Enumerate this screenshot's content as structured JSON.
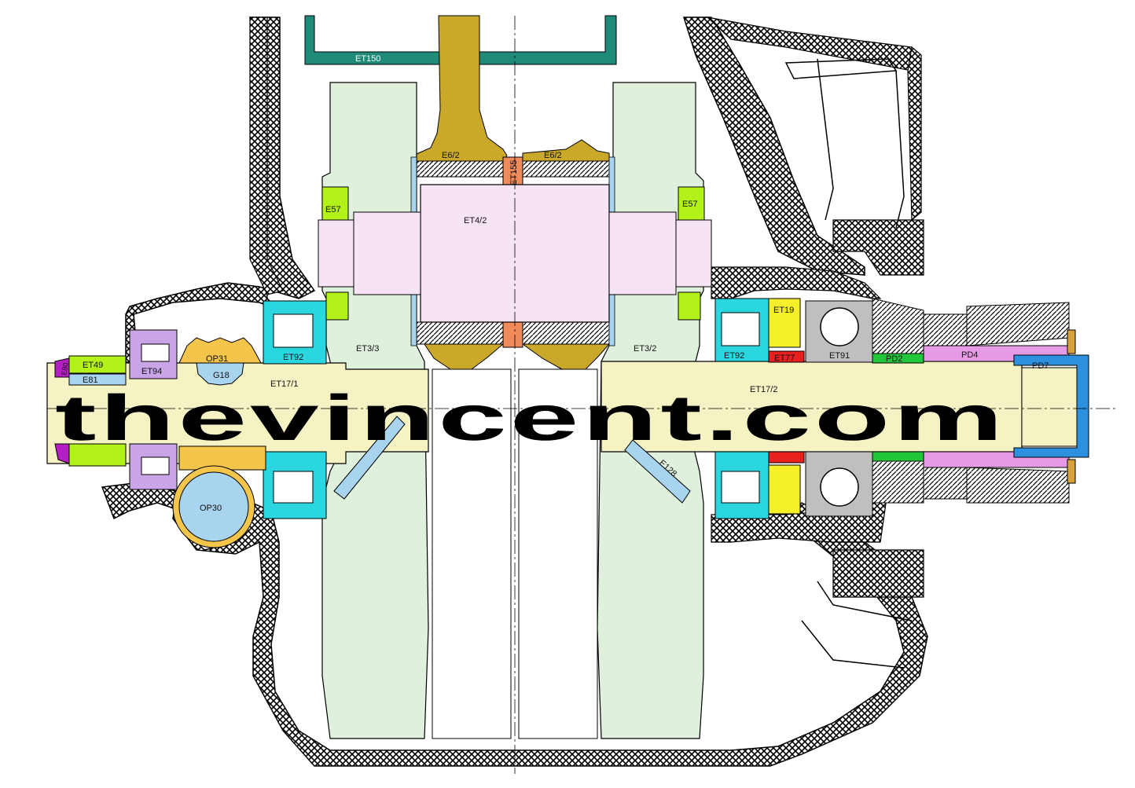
{
  "watermark": "thevincent.com",
  "colors": {
    "casing": "#cfcfcf",
    "flywheel": "#dff1dc",
    "crankpin": "#f6e3f3",
    "shaft": "#f5f2c4",
    "rod": "#c9a82a",
    "cyan": "#2ad6e0",
    "green_yellow": "#b2f21a",
    "lilac": "#c9a4e6",
    "orange_gear": "#f3c54a",
    "light_blue": "#a9d4f0",
    "salmon": "#f08a5a",
    "grey": "#bfbfbf",
    "yellow": "#f6f02a",
    "red": "#e8201e",
    "green": "#22c63a",
    "pink": "#e79ae6",
    "blue": "#2c8fe0",
    "magenta": "#b41fc4",
    "teal_frame": "#1f8a78"
  },
  "parts": {
    "ET150": "ET150",
    "E6_2_left": "E6/2",
    "E6_2_right": "E6/2",
    "ET155": "ET155",
    "ET4_2": "ET4/2",
    "E57_left": "E57",
    "E57_right": "E57",
    "ET3_3": "ET3/3",
    "ET3_2": "ET3/2",
    "ET92_left": "ET92",
    "ET92_right": "ET92",
    "ET17_1": "ET17/1",
    "ET17_2": "ET17/2",
    "ET49": "ET49",
    "E81": "E81",
    "E80": "E80",
    "ET94": "ET94",
    "OP31": "OP31",
    "G18": "G18",
    "OP30": "OP30",
    "ET19": "ET19",
    "ET77": "ET77",
    "ET91": "ET91",
    "PD2": "PD2",
    "PD4": "PD4",
    "PD7": "PD7",
    "E128": "E128"
  }
}
